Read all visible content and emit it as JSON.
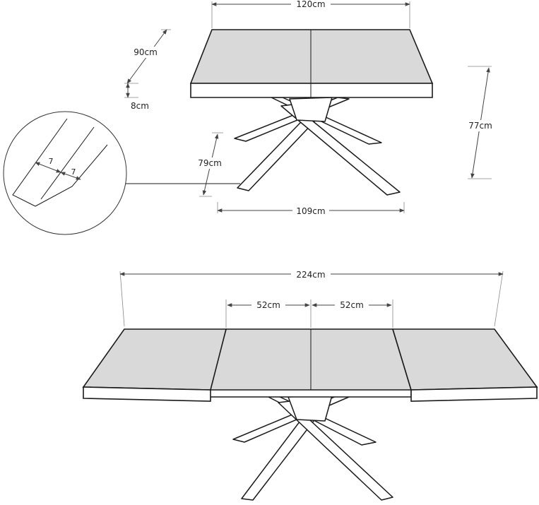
{
  "colors": {
    "top_surface": "#d9d9d9",
    "outline": "#1a1a1a",
    "dimension_line": "#444444"
  },
  "closed_table": {
    "width_label": "120cm",
    "depth_label": "90cm",
    "top_thickness_label": "8cm",
    "height_label": "77cm",
    "leg_span_label": "109cm",
    "leg_depth_label": "79cm"
  },
  "detail": {
    "leg_profile_left": "7",
    "leg_profile_right": "7"
  },
  "extended_table": {
    "total_width_label": "224cm",
    "extension_left_label": "52cm",
    "extension_right_label": "52cm"
  }
}
